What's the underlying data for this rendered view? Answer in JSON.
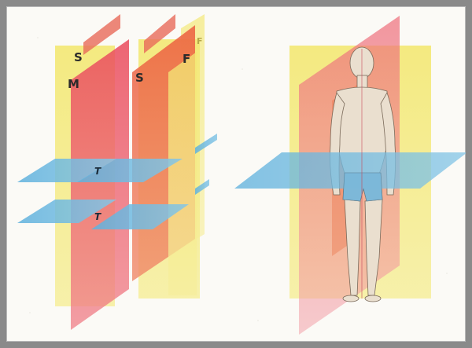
{
  "figure": {
    "labels": {
      "sagittal_back": "S",
      "median": "M",
      "sagittal_front": "S",
      "frontal": "F",
      "frontal_back": "F",
      "transverse_upper": "T",
      "transverse_lower": "T"
    },
    "colors": {
      "frontal_plane": "#f5ec7a",
      "sagittal_plane": "#ef8a5a",
      "median_plane": "#ee6b78",
      "transverse_plane": "#6fb9e0",
      "skin": "#e9dccb",
      "border": "#8a8a8a"
    }
  }
}
